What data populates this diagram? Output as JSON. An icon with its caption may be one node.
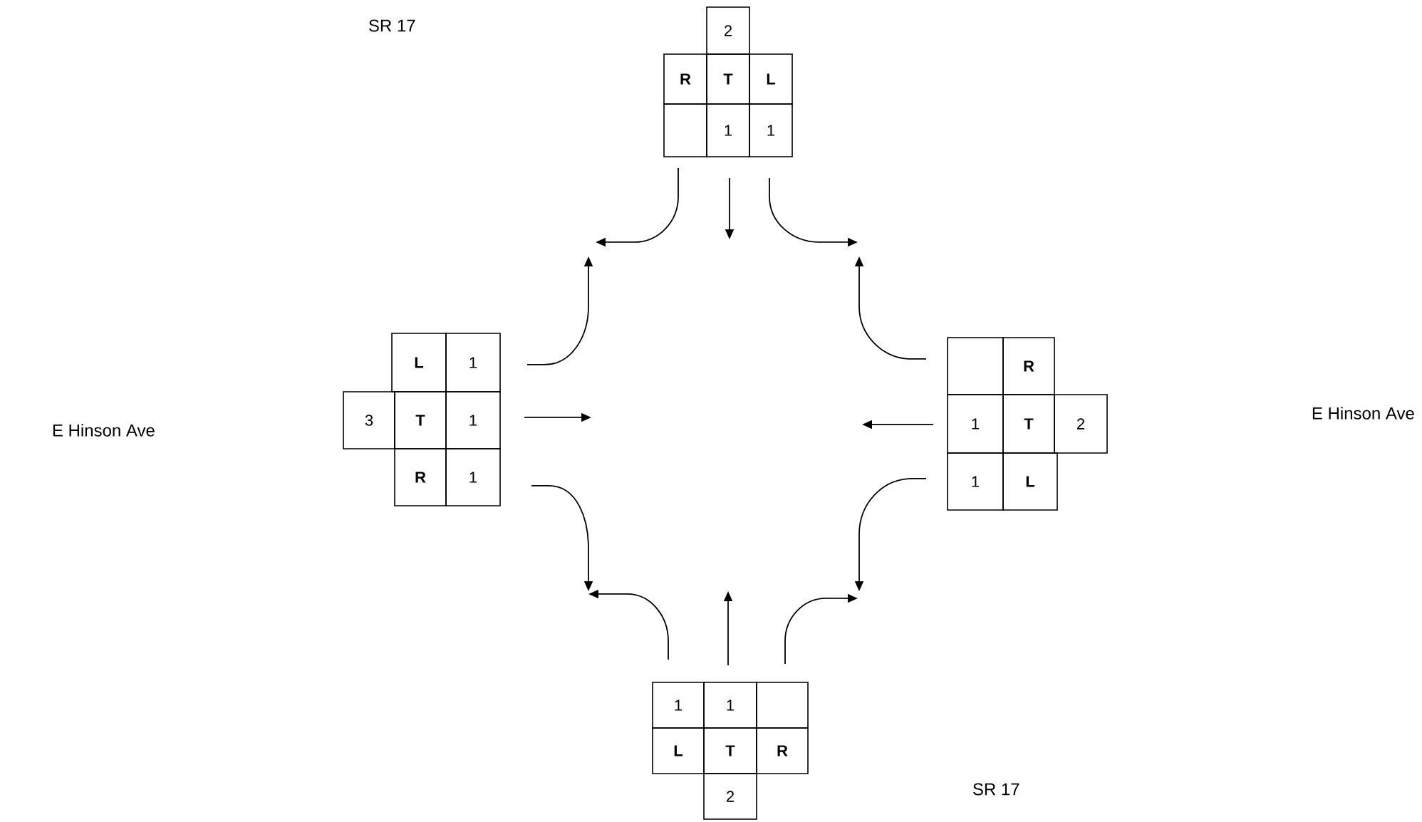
{
  "diagram": {
    "nodes": [
      {
        "text": [
          "2"
        ]
      },
      {
        "text": [
          "R"
        ]
      },
      {
        "text": [
          "T"
        ]
      },
      {
        "text": [
          "L"
        ]
      },
      {
        "text": [],
        "shape": "box"
      },
      {
        "text": [
          "1"
        ]
      },
      {
        "text": [
          "1"
        ]
      },
      {
        "text": [
          "L"
        ]
      },
      {
        "text": [
          "1"
        ]
      },
      {
        "text": [
          "3"
        ]
      },
      {
        "text": [
          "T"
        ]
      },
      {
        "text": [
          "1"
        ]
      },
      {
        "text": [
          "R"
        ]
      },
      {
        "text": [
          "1"
        ]
      },
      {
        "text": [],
        "shape": "box"
      },
      {
        "text": [
          "R"
        ]
      },
      {
        "text": [
          "1"
        ]
      },
      {
        "text": [
          "T"
        ]
      },
      {
        "text": [
          "2"
        ]
      },
      {
        "text": [
          "1"
        ]
      },
      {
        "text": [
          "L"
        ]
      },
      {
        "text": [
          "1"
        ]
      },
      {
        "text": [
          "1"
        ]
      },
      {
        "text": [],
        "shape": "box"
      },
      {
        "text": [
          "L"
        ]
      },
      {
        "text": [
          "T"
        ]
      },
      {
        "text": [
          "R"
        ]
      },
      {
        "text": [
          "2"
        ]
      }
    ],
    "labels": [
      "SR 17",
      "E Hinson Ave",
      "E Hinson Ave",
      "SR 17"
    ]
  }
}
